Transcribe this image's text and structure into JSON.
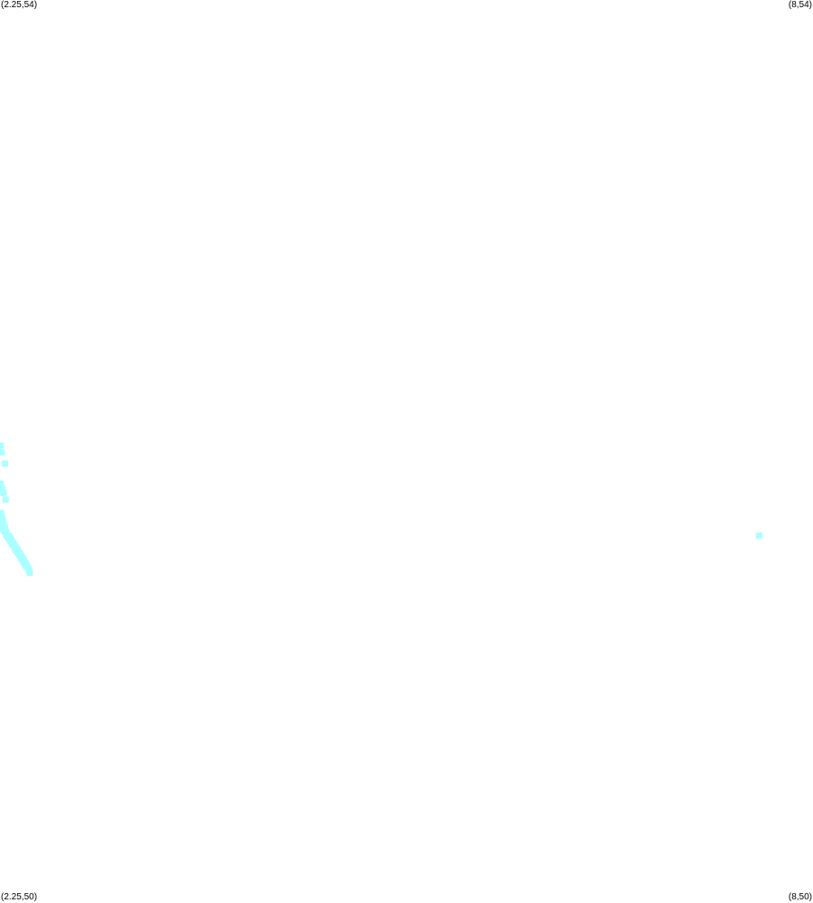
{
  "chart_data": {
    "type": "scatter",
    "xlim": [
      2.25,
      8
    ],
    "ylim": [
      50,
      54
    ],
    "grid": false,
    "point_color": "#aaffff",
    "corner_labels": {
      "top_left": "(2.25,54)",
      "top_right": "(8,54)",
      "bottom_left": "(2.25,50)",
      "bottom_right": "(8,50)"
    },
    "points": [
      [
        2.255,
        52.02
      ],
      [
        2.262,
        51.99
      ],
      [
        2.285,
        51.94
      ],
      [
        2.255,
        51.85
      ],
      [
        2.265,
        51.83
      ],
      [
        2.275,
        51.81
      ],
      [
        2.29,
        51.78
      ],
      [
        2.255,
        51.72
      ],
      [
        2.258,
        51.71
      ],
      [
        2.262,
        51.7
      ],
      [
        2.27,
        51.69
      ],
      [
        2.255,
        51.68
      ],
      [
        2.265,
        51.675
      ],
      [
        2.275,
        51.665
      ],
      [
        2.285,
        51.655
      ],
      [
        2.26,
        51.66
      ],
      [
        2.27,
        51.65
      ],
      [
        2.28,
        51.64
      ],
      [
        2.295,
        51.625
      ],
      [
        2.305,
        51.615
      ],
      [
        2.315,
        51.605
      ],
      [
        2.325,
        51.595
      ],
      [
        2.335,
        51.585
      ],
      [
        2.345,
        51.575
      ],
      [
        2.355,
        51.565
      ],
      [
        2.365,
        51.555
      ],
      [
        2.375,
        51.545
      ],
      [
        2.385,
        51.535
      ],
      [
        2.395,
        51.525
      ],
      [
        2.405,
        51.515
      ],
      [
        2.415,
        51.505
      ],
      [
        2.425,
        51.495
      ],
      [
        2.435,
        51.485
      ],
      [
        2.295,
        51.635
      ],
      [
        2.31,
        51.62
      ],
      [
        2.32,
        51.61
      ],
      [
        2.33,
        51.6
      ],
      [
        2.34,
        51.59
      ],
      [
        2.35,
        51.58
      ],
      [
        2.36,
        51.57
      ],
      [
        2.37,
        51.56
      ],
      [
        2.38,
        51.55
      ],
      [
        2.39,
        51.54
      ],
      [
        2.4,
        51.53
      ],
      [
        2.41,
        51.52
      ],
      [
        2.42,
        51.51
      ],
      [
        2.43,
        51.5
      ],
      [
        2.44,
        51.49
      ],
      [
        2.45,
        51.475
      ],
      [
        2.455,
        51.465
      ],
      [
        2.46,
        51.455
      ],
      [
        7.62,
        51.62
      ]
    ]
  }
}
